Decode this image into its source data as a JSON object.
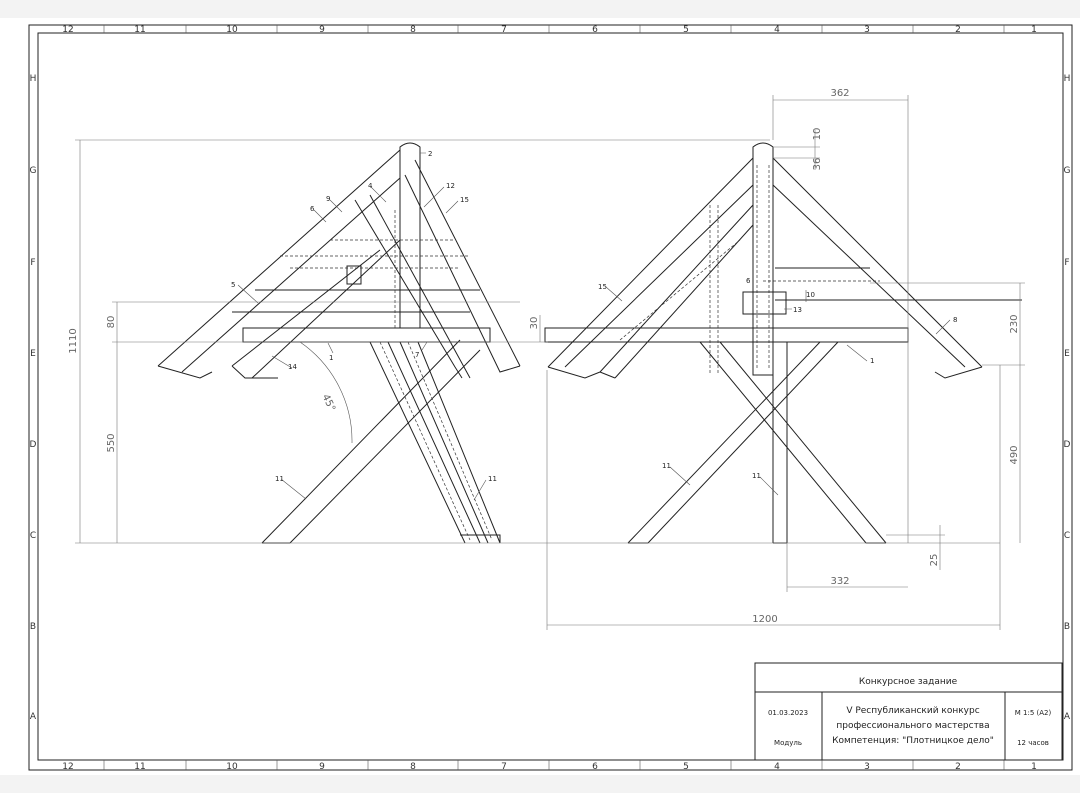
{
  "frame": {
    "columns": [
      "12",
      "11",
      "10",
      "9",
      "8",
      "7",
      "6",
      "5",
      "4",
      "3",
      "2",
      "1"
    ],
    "rows": [
      "H",
      "G",
      "F",
      "E",
      "D",
      "C",
      "B",
      "A"
    ]
  },
  "dimensions": {
    "overall_height": "1110",
    "top_thickness": "80",
    "seat_height": "550",
    "bench_offset": "30",
    "roof_half_width": "362",
    "post_cap": "10",
    "post_offset": "36",
    "eave_drop": "230",
    "eave_height": "490",
    "leg_half_span": "332",
    "overall_width": "1200",
    "foot_height": "25",
    "leg_angle": "45°"
  },
  "part_labels": {
    "left_view": [
      "2",
      "4",
      "9",
      "6",
      "12",
      "15",
      "5",
      "1",
      "7",
      "14",
      "11",
      "11"
    ],
    "right_view": [
      "15",
      "6",
      "10",
      "13",
      "8",
      "1",
      "11",
      "11"
    ]
  },
  "title_block": {
    "heading": "Конкурсное задание",
    "date": "01.03.2023",
    "module": "Модуль",
    "line1": "V Республиканский конкурс",
    "line2": "профессионального мастерства",
    "line3": "Компетенция: \"Плотницкое дело\"",
    "scale": "М 1:5 (А2)",
    "duration": "12 часов"
  }
}
